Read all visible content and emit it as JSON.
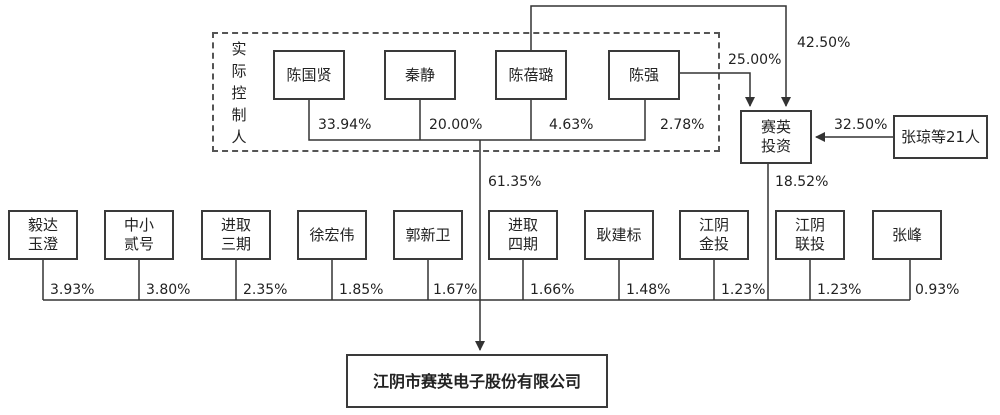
{
  "group_label": "实际控制人",
  "controllers": [
    {
      "name": "陈国贤",
      "pct": "33.94%"
    },
    {
      "name": "秦静",
      "pct": "20.00%"
    },
    {
      "name": "陈蓓璐",
      "pct": "4.63%"
    },
    {
      "name": "陈强",
      "pct": "2.78%"
    }
  ],
  "group_total_pct": "61.35%",
  "saiying": {
    "name": "赛英\n投资",
    "to_company_pct": "18.52%"
  },
  "saiying_inflows": {
    "chen_beilu_pct": "42.50%",
    "chen_qiang_pct": "25.00%",
    "zhang_qiong_pct": "32.50%"
  },
  "zhang_qiong": {
    "name": "张琼等21人"
  },
  "shareholders": [
    {
      "name": "毅达\n玉澄",
      "pct": "3.93%"
    },
    {
      "name": "中小\n贰号",
      "pct": "3.80%"
    },
    {
      "name": "进取\n三期",
      "pct": "2.35%"
    },
    {
      "name": "徐宏伟",
      "pct": "1.85%"
    },
    {
      "name": "郭新卫",
      "pct": "1.67%"
    },
    {
      "name": "进取\n四期",
      "pct": "1.66%"
    },
    {
      "name": "耿建标",
      "pct": "1.48%"
    },
    {
      "name": "江阴\n金投",
      "pct": "1.23%"
    },
    {
      "name": "江阴\n联投",
      "pct": "1.23%"
    },
    {
      "name": "张峰",
      "pct": "0.93%"
    }
  ],
  "company": {
    "name": "江阴市赛英电子股份有限公司"
  }
}
